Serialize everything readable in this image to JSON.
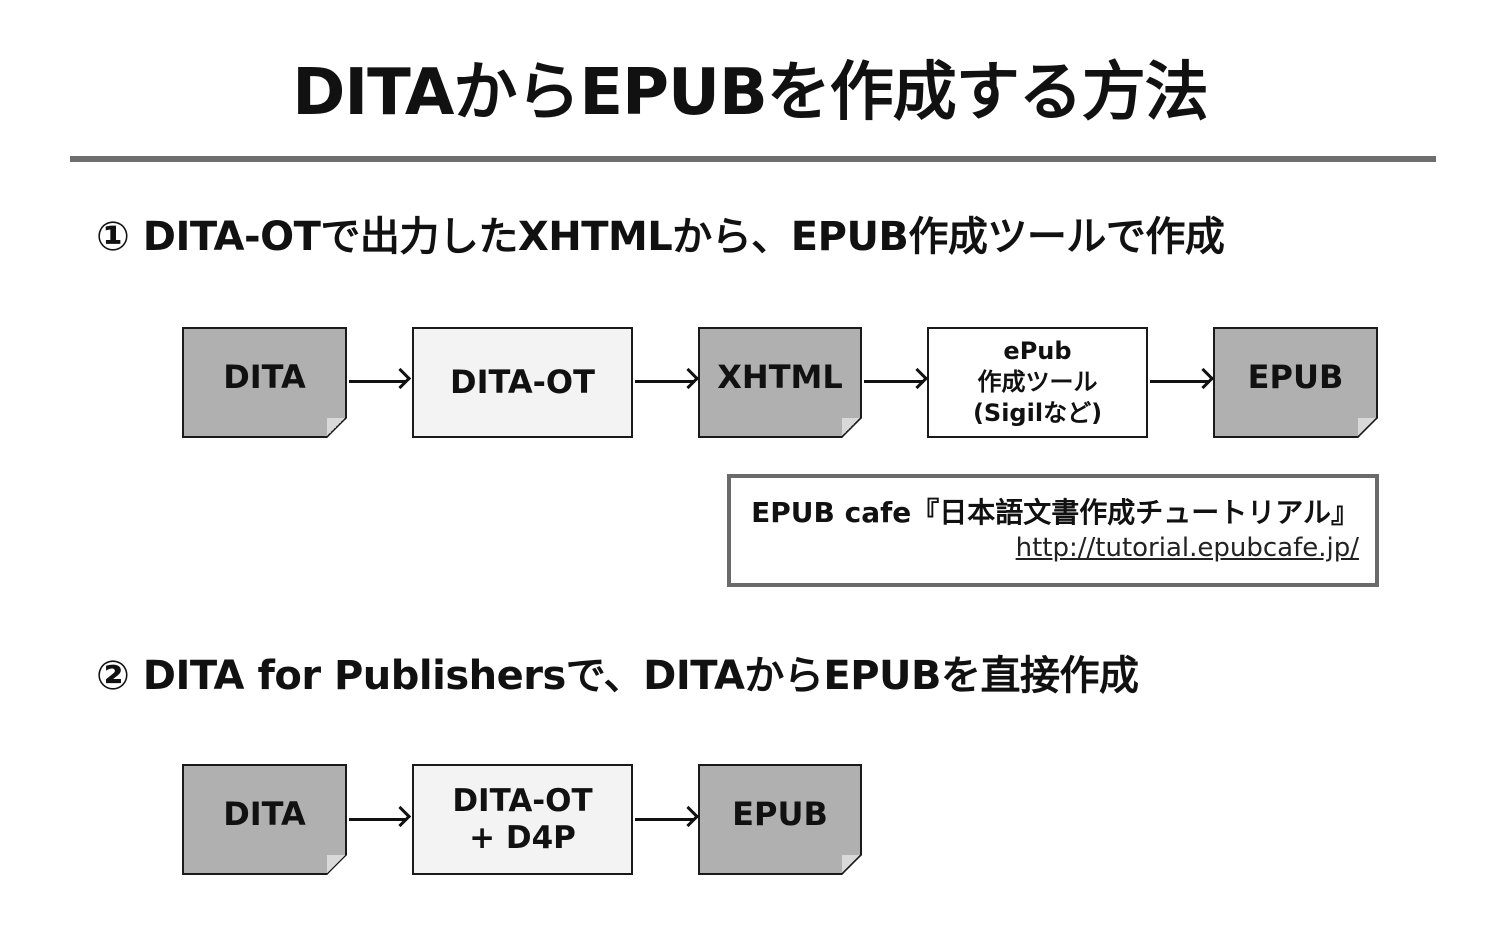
{
  "title": "DITAからEPUBを作成する方法",
  "section1": {
    "heading": "① DITA-OTで出力したXHTMLから、EPUB作成ツールで作成",
    "flow": {
      "dita": "DITA",
      "ditaot": "DITA-OT",
      "xhtml": "XHTML",
      "tool_line1": "ePub",
      "tool_line2": "作成ツール",
      "tool_line3": "(Sigilなど)",
      "epub": "EPUB"
    },
    "reference": {
      "title": "EPUB cafe『日本語文書作成チュートリアル』",
      "url": "http://tutorial.epubcafe.jp/"
    }
  },
  "section2": {
    "heading": "② DITA for Publishersで、DITAからEPUBを直接作成",
    "flow": {
      "dita": "DITA",
      "ditaot_line1": "DITA-OT",
      "ditaot_line2": "+ D4P",
      "epub": "EPUB"
    }
  }
}
